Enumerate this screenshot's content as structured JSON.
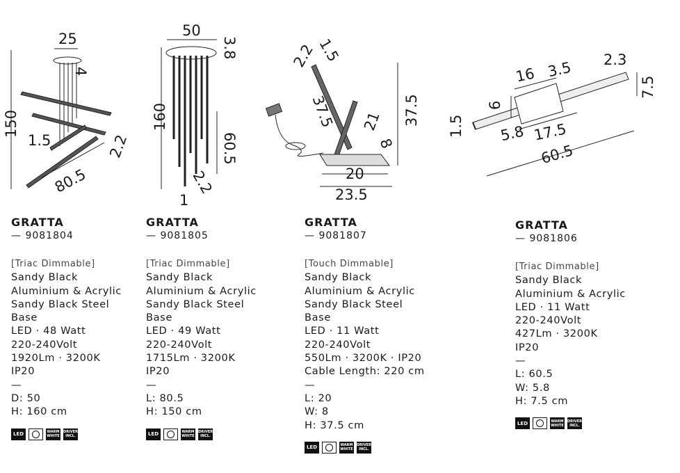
{
  "products": [
    {
      "dims": [
        "25",
        "4",
        "150",
        "1.5",
        "2.2",
        "80.5"
      ],
      "name": "GRATTA",
      "code": "— 9081804",
      "dimming": "[Triac Dimmable]",
      "specs": [
        "Sandy Black",
        "Aluminium & Acrylic",
        "Sandy Black Steel",
        "Base",
        "LED · 48 Watt",
        "220-240Volt",
        "1920Lm · 3200K",
        "IP20",
        "—",
        "D: 50",
        "H: 160 cm"
      ],
      "icons": [
        "LED",
        "dimmable-icon",
        "WARM WHITE",
        "DRIVER INCL."
      ]
    },
    {
      "dims": [
        "50",
        "3.8",
        "160",
        "60.5",
        "2.2",
        "1"
      ],
      "name": "GRATTA",
      "code": "— 9081805",
      "dimming": "[Triac Dimmable]",
      "specs": [
        "Sandy Black",
        "Aluminium & Acrylic",
        "Sandy Black Steel",
        "Base",
        "LED · 49 Watt",
        "220-240Volt",
        "1715Lm · 3200K",
        "IP20",
        "—",
        "L: 80.5",
        "H: 150 cm"
      ],
      "icons": [
        "LED",
        "dimmable-icon",
        "WARM WHITE",
        "DRIVER INCL."
      ]
    },
    {
      "dims": [
        "2.2",
        "1.5",
        "37.5",
        "37.5",
        "21",
        "8",
        "20",
        "23.5"
      ],
      "name": "GRATTA",
      "code": "— 9081807",
      "dimming": "[Touch Dimmable]",
      "specs": [
        "Sandy Black",
        "Aluminium & Acrylic",
        "Sandy Black Steel",
        "Base",
        "LED · 11 Watt",
        "220-240Volt",
        "550Lm · 3200K · IP20",
        "Cable Length: 220 cm",
        "—",
        "L: 20",
        "W: 8",
        "H: 37.5 cm"
      ],
      "icons": [
        "LED",
        "dimmable-icon",
        "WARM WHITE",
        "DRIVER INCL."
      ]
    },
    {
      "dims": [
        "16",
        "3.5",
        "2.3",
        "7.5",
        "6",
        "1.5",
        "5.8",
        "17.5",
        "60.5"
      ],
      "name": "GRATTA",
      "code": "— 9081806",
      "dimming": "[Triac Dimmable]",
      "specs": [
        "Sandy Black",
        "Aluminium & Acrylic",
        "LED · 11 Watt",
        "220-240Volt",
        "427Lm · 3200K",
        "IP20",
        "—",
        "L: 60.5",
        "W: 5.8",
        "H: 7.5 cm"
      ],
      "icons": [
        "LED",
        "dimmable-icon",
        "WARM WHITE",
        "DRIVER INCL."
      ]
    }
  ]
}
